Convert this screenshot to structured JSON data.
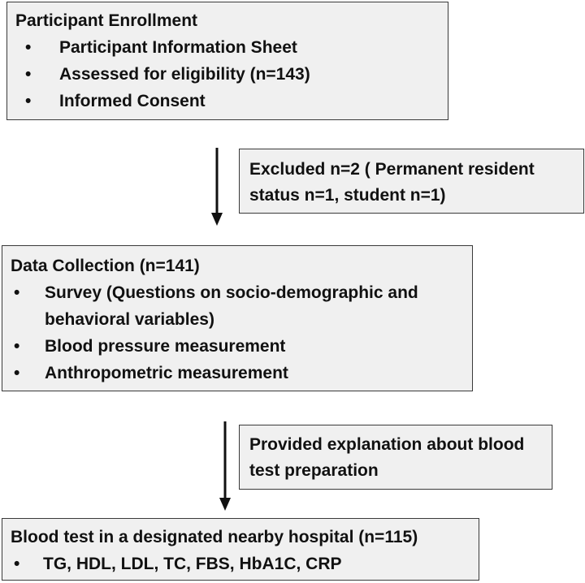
{
  "boxes": {
    "enrollment": {
      "title": "Participant Enrollment",
      "items": [
        "Participant Information Sheet",
        "Assessed for eligibility (n=143)",
        "Informed Consent"
      ]
    },
    "excluded": {
      "text": "Excluded n=2 ( Permanent resident status n=1, student n=1)"
    },
    "data_collection": {
      "title": "Data Collection (n=141)",
      "items": [
        "Survey (Questions on socio-demographic and behavioral variables)",
        "Blood pressure measurement",
        "Anthropometric measurement"
      ]
    },
    "explanation": {
      "text": "Provided explanation about blood test preparation"
    },
    "blood_test": {
      "title": "Blood test in a designated nearby hospital (n=115)",
      "items": [
        "TG, HDL, LDL, TC, FBS, HbA1C, CRP"
      ]
    }
  },
  "bullet": "•",
  "colors": {
    "box_fill": "#f0f0f0",
    "border": "#3a3a3a",
    "arrow": "#111111"
  }
}
